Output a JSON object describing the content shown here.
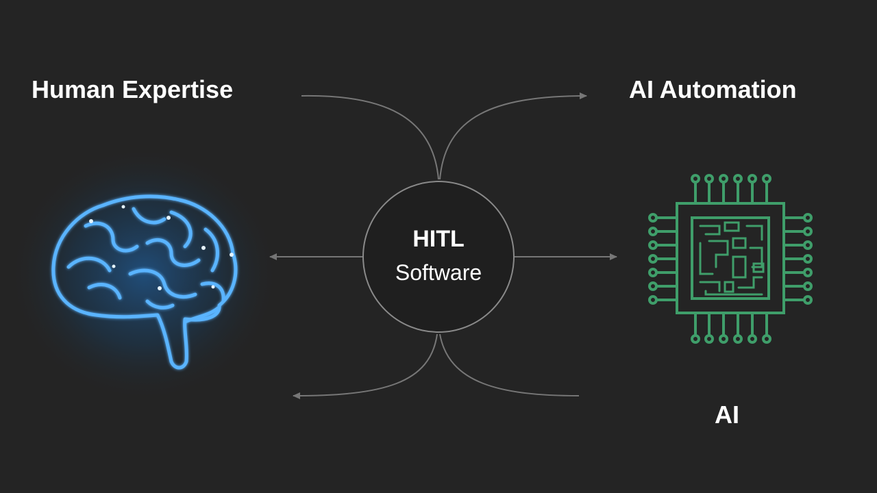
{
  "diagram": {
    "hub": {
      "title": "HITL",
      "subtitle": "Software"
    },
    "left_top_label": "Human Expertise",
    "right_top_label": "AI Automation",
    "right_bottom_label": "AI",
    "icons": {
      "left": "brain-icon",
      "right": "chip-icon"
    }
  },
  "colors": {
    "background": "#242424",
    "text": "#ffffff",
    "connector": "#777777",
    "brain": "#5ab4ff",
    "brain_glow": "#1e6fbf",
    "chip": "#3f9e6a"
  }
}
